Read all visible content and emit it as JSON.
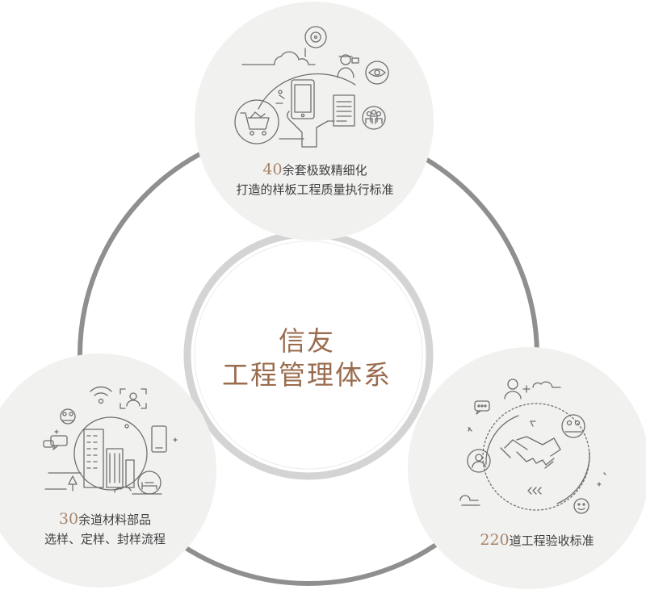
{
  "center": {
    "line1": "信友",
    "line2": "工程管理体系"
  },
  "nodes": {
    "top": {
      "number": "40",
      "line1_rest": "余套极致精细化",
      "line2": "打造的样板工程质量执行标准"
    },
    "left": {
      "number": "30",
      "line1_rest": "余道材料部品",
      "line2": "选样、定样、封样流程"
    },
    "right": {
      "number": "220",
      "line1_rest": "道工程验收标准"
    }
  },
  "colors": {
    "ring": "#8f8f8f",
    "node_fill": "#f1f2f0",
    "center_border": "#d3d3d3",
    "accent_text": "#9a6c4e",
    "number_text": "#a9836a",
    "icon_stroke": "#6e6e6e"
  },
  "icons": {
    "top": [
      "cloud-icon",
      "cd-disc-icon",
      "worker-icon",
      "eye-icon",
      "smartphone-icon",
      "hand-icon",
      "document-icon",
      "team-icon",
      "shopping-cart-icon"
    ],
    "left": [
      "wifi-signal-icon",
      "user-scan-icon",
      "chat-bubble-icon",
      "buildings-icon",
      "phone-icon",
      "lamp-icon",
      "bed-icon",
      "group-icon",
      "cloud-icon"
    ],
    "right": [
      "add-user-icon",
      "chat-bubble-icon",
      "cloud-icon",
      "handshake-icon",
      "team-icon",
      "user-circle-icon",
      "smiley-icon",
      "arrows-icon"
    ]
  }
}
